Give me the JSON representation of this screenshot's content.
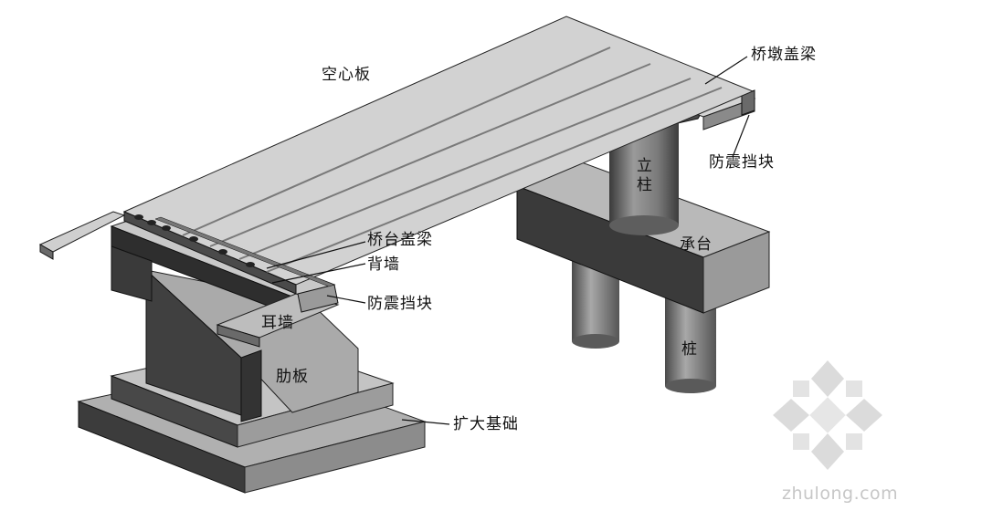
{
  "labels": {
    "hollow_slab": "空心板",
    "pier_cap_beam": "桥墩盖梁",
    "seismic_block_pier": "防震挡块",
    "column": "立柱",
    "pile_cap": "承台",
    "pile": "桩",
    "abutment_cap_beam": "桥台盖梁",
    "back_wall": "背墙",
    "seismic_block_abutment": "防震挡块",
    "ear_wall": "耳墙",
    "rib_plate": "肋板",
    "spread_foundation": "扩大基础"
  },
  "watermark": {
    "text": "zhulong.com",
    "logo_icon": "zhulong-logo-icon"
  }
}
